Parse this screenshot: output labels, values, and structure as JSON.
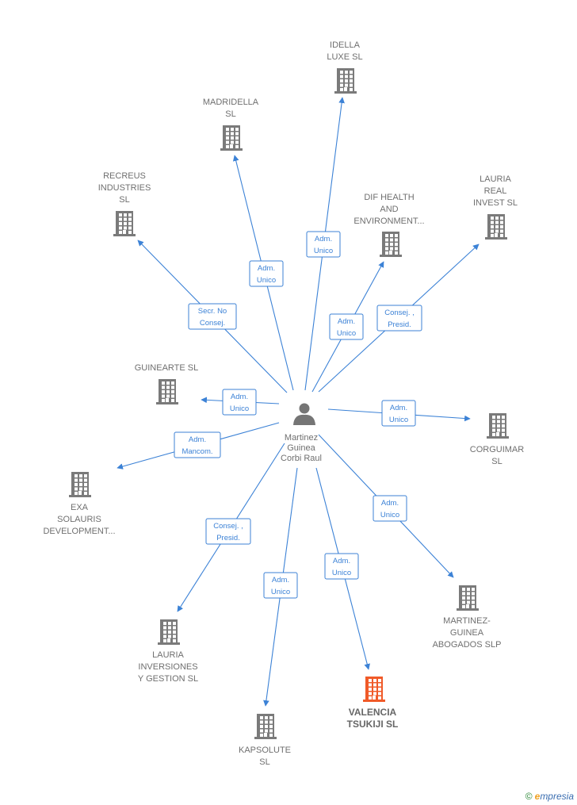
{
  "colors": {
    "accent": "#3c82d6",
    "company": "#7a7a7a",
    "highlight": "#f05a28",
    "person": "#757575"
  },
  "center": {
    "name_lines": [
      "Martinez",
      "Guinea",
      "Corbi Raul"
    ],
    "icon": "person-icon"
  },
  "companies": [
    {
      "id": "idella",
      "lines": [
        "IDELLA",
        "LUXE  SL"
      ],
      "role": [
        "Adm.",
        "Unico"
      ]
    },
    {
      "id": "madridella",
      "lines": [
        "MADRIDELLA",
        "SL"
      ],
      "role": [
        "Adm.",
        "Unico"
      ]
    },
    {
      "id": "recreus",
      "lines": [
        "RECREUS",
        "INDUSTRIES",
        "SL"
      ],
      "role": [
        "Secr.  No",
        "Consej."
      ]
    },
    {
      "id": "dif-health",
      "lines": [
        "DIF HEALTH",
        "AND",
        "ENVIRONMENT..."
      ],
      "role": [
        "Adm.",
        "Unico"
      ]
    },
    {
      "id": "lauria-real",
      "lines": [
        "LAURIA",
        "REAL",
        "INVEST  SL"
      ],
      "role": [
        "Consej. ,",
        "Presid."
      ]
    },
    {
      "id": "guinearte",
      "lines": [
        "GUINEARTE  SL"
      ],
      "role": [
        "Adm.",
        "Unico"
      ]
    },
    {
      "id": "corguimar",
      "lines": [
        "CORGUIMAR",
        "SL"
      ],
      "role": [
        "Adm.",
        "Unico"
      ]
    },
    {
      "id": "exa",
      "lines": [
        "EXA",
        "SOLAURIS",
        "DEVELOPMENT..."
      ],
      "role": [
        "Adm.",
        "Mancom."
      ]
    },
    {
      "id": "martinez-guinea",
      "lines": [
        "MARTINEZ-",
        "GUINEA",
        "ABOGADOS  SLP"
      ],
      "role": [
        "Adm.",
        "Unico"
      ]
    },
    {
      "id": "lauria-inv",
      "lines": [
        "LAURIA",
        "INVERSIONES",
        "Y GESTION  SL"
      ],
      "role": [
        "Consej. ,",
        "Presid."
      ]
    },
    {
      "id": "kapsolute",
      "lines": [
        "KAPSOLUTE",
        "SL"
      ],
      "role": [
        "Adm.",
        "Unico"
      ]
    },
    {
      "id": "valencia",
      "lines": [
        "VALENCIA",
        "TSUKIJI  SL"
      ],
      "role": [
        "Adm.",
        "Unico"
      ],
      "highlight": true
    }
  ],
  "footer": {
    "copyright": "©",
    "brand_e": "e",
    "brand_rest": "mpresia"
  }
}
